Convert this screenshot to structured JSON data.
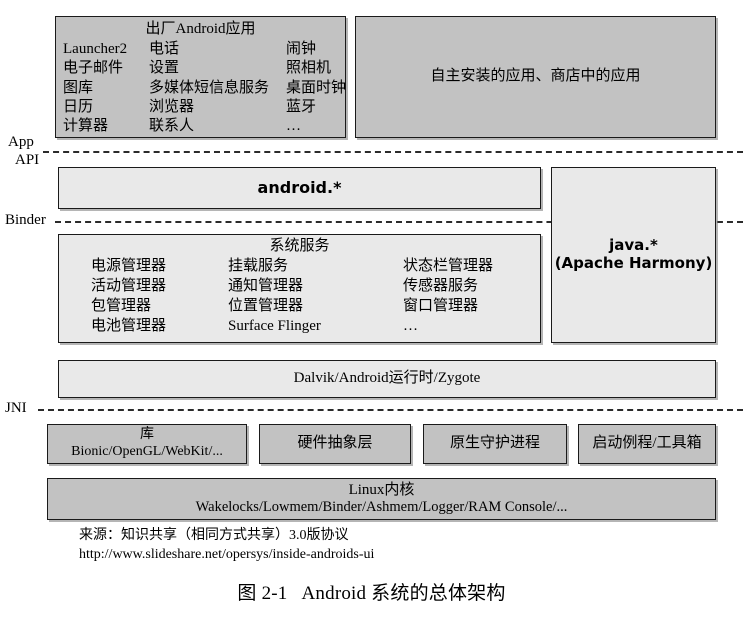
{
  "figure": {
    "caption_label": "图 2-1",
    "caption_title": "Android 系统的总体架构"
  },
  "layers": {
    "app_label": "App",
    "api_label": "API",
    "binder_label": "Binder",
    "jni_label": "JNI"
  },
  "factory_apps": {
    "title": "出厂Android应用",
    "column1": [
      "Launcher2",
      "电子邮件",
      "图库",
      "日历",
      "计算器"
    ],
    "column2": [
      "电话",
      "设置",
      "多媒体短信息服务",
      "浏览器",
      "联系人"
    ],
    "column3": [
      "闹钟",
      "照相机",
      "桌面时钟",
      "蓝牙",
      "…"
    ]
  },
  "user_apps": {
    "label": "自主安装的应用、商店中的应用"
  },
  "android_api": {
    "label": "android.*"
  },
  "java_library": {
    "line1": "java.*",
    "line2": "(Apache Harmony)"
  },
  "system_services": {
    "title": "系统服务",
    "column1": [
      "电源管理器",
      "活动管理器",
      "包管理器",
      "电池管理器"
    ],
    "column2": [
      "挂载服务",
      "通知管理器",
      "位置管理器",
      "Surface Flinger"
    ],
    "column3": [
      "状态栏管理器",
      "传感器服务",
      "窗口管理器",
      "…"
    ]
  },
  "runtime": {
    "label": "Dalvik/Android运行时/Zygote"
  },
  "native_row": {
    "libs_line1": "库",
    "libs_line2": "Bionic/OpenGL/WebKit/...",
    "hal": "硬件抽象层",
    "daemons": "原生守护进程",
    "init": "启动例程/工具箱"
  },
  "kernel": {
    "title": "Linux内核",
    "subtitle": "Wakelocks/Lowmem/Binder/Ashmem/Logger/RAM Console/..."
  },
  "source": {
    "line1": "来源：知识共享（相同方式共享）3.0版协议",
    "line2": "http://www.slideshare.net/opersys/inside-androids-ui"
  },
  "colors": {
    "box_dark": "#c2c2c2",
    "box_light": "#e9e9e9",
    "border": "#1a1a1a",
    "text": "#000000"
  }
}
